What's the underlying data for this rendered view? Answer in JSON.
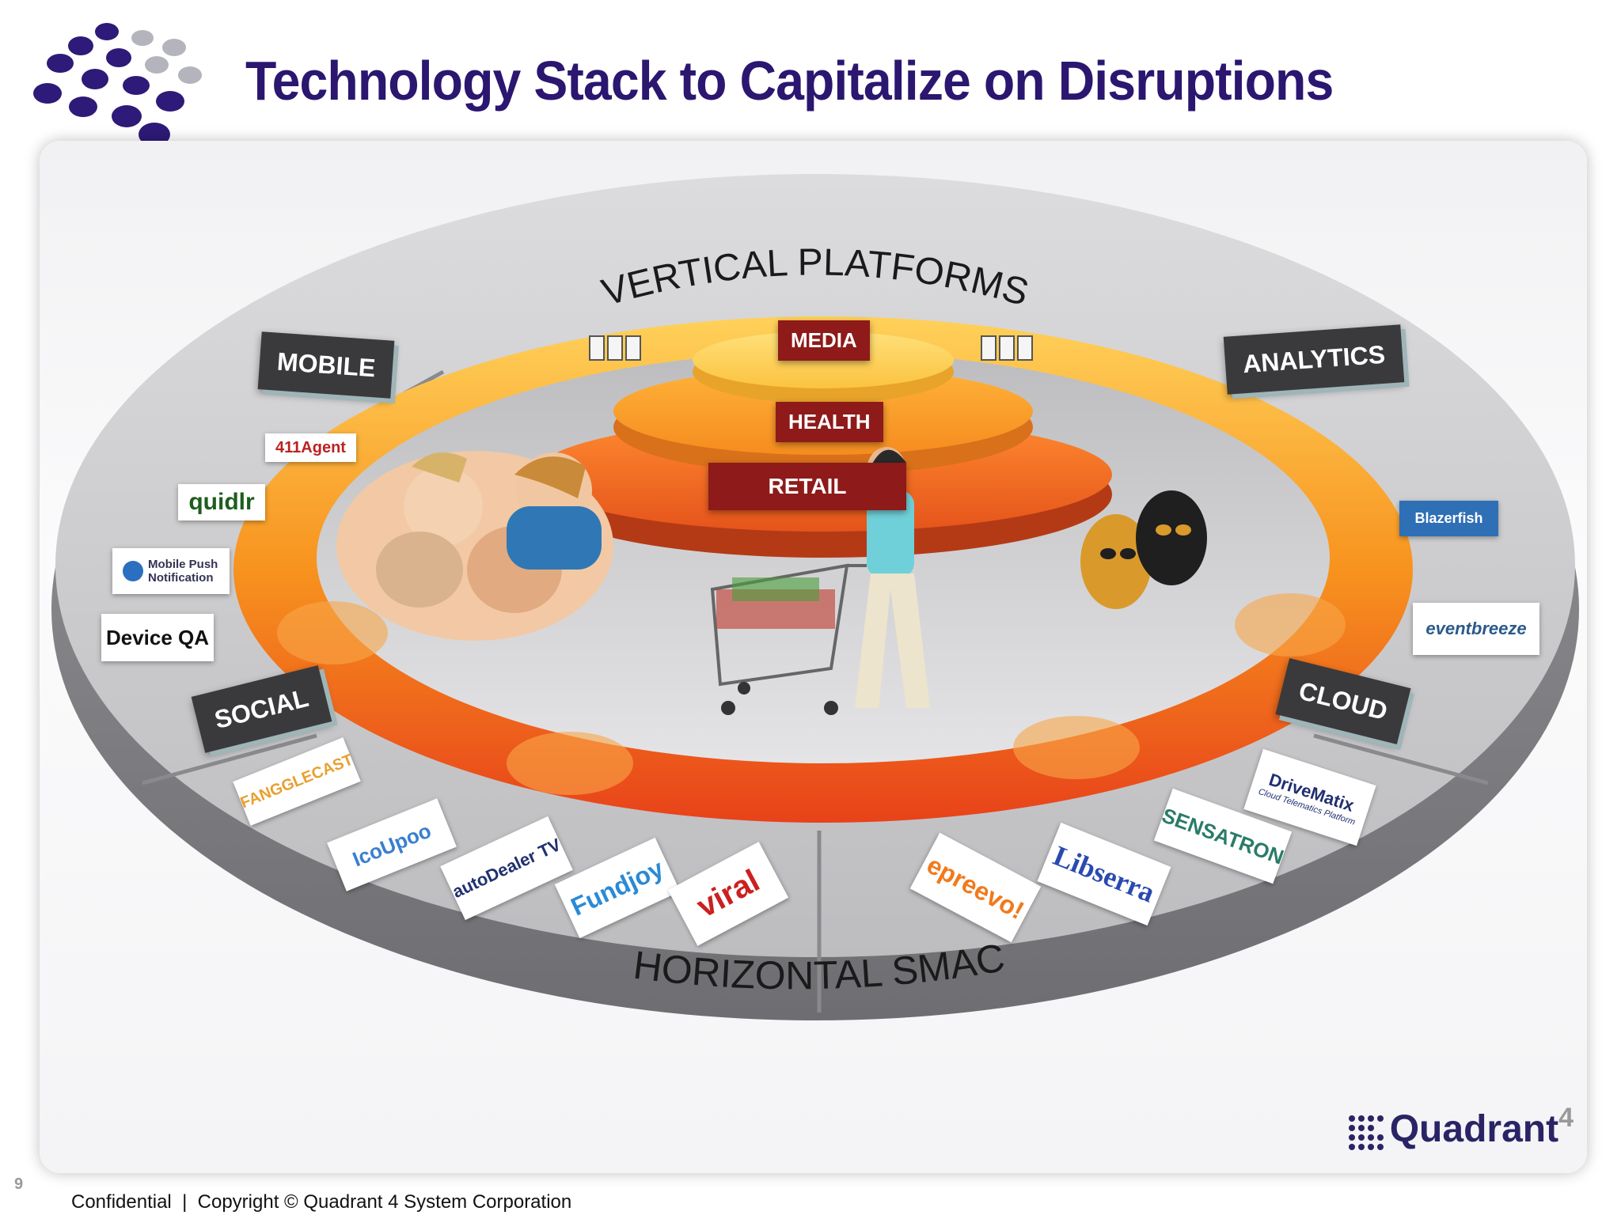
{
  "header": {
    "title": "Technology Stack to Capitalize on Disruptions"
  },
  "diagram": {
    "top_label": "VERTICAL PLATFORMS",
    "bottom_label": "HORIZONTAL SMAC",
    "verticals": [
      "MEDIA",
      "HEALTH",
      "RETAIL"
    ],
    "segments": {
      "mobile": "MOBILE",
      "analytics": "ANALYTICS",
      "social": "SOCIAL",
      "cloud": "CLOUD"
    },
    "logos": {
      "agent411": "411Agent",
      "quidlr": "quidlr",
      "mobile_push": "Mobile Push Notification",
      "device_qa": "Device QA",
      "blazerfish": "Blazerfish",
      "eventbreeze": "eventbreeze",
      "fanggle": "FANGGLECAST",
      "icoupon": "IcoUpoo",
      "autodealer": "autoDealer TV",
      "fundjoy": "Fundjoy",
      "viral": "viral",
      "epreevo": "epreevo!",
      "libserra": "Libserra",
      "sensatron": "SENSATRON",
      "drivematix": "DriveMatix",
      "drivematix_sub": "Cloud Telematics Platform"
    },
    "colors": {
      "title": "#2b1670",
      "badge": "#3a3a3c",
      "vertical_badge": "#8e1a1a",
      "ring": "#f07a1c"
    }
  },
  "brand": {
    "name": "Quadrant",
    "sup": "4"
  },
  "footer": {
    "text": "Confidential  |  Copyright © Quadrant 4 System Corporation",
    "slide_number": "9"
  }
}
